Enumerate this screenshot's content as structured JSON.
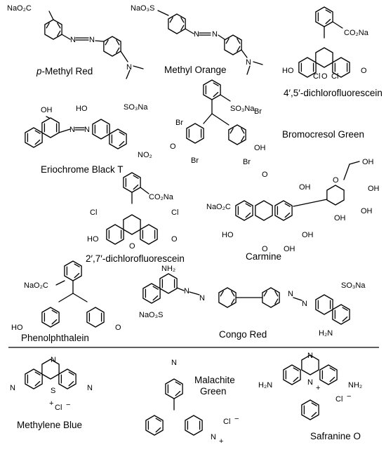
{
  "compounds": {
    "methyl_red": {
      "name_prefix": "p",
      "name_rest": "-Methyl Red",
      "label_1": "NaO₂C"
    },
    "methyl_orange": {
      "name": "Methyl Orange",
      "label_1": "NaO₃S"
    },
    "dcf45": {
      "name": "4′,5′-dichlorofluorescein",
      "label_1": "CO₂Na",
      "label_2": "HO",
      "label_3": "O",
      "label_4": "O",
      "label_5": "Cl",
      "label_6": "Cl"
    },
    "ebt": {
      "name": "Eriochrome Black T",
      "label_1": "OH",
      "label_2": "HO",
      "label_3": "SO₃Na",
      "label_4": "NO₂"
    },
    "bcg": {
      "name": "Bromocresol Green",
      "label_1": "SO₃Na",
      "label_2": "Br",
      "label_3": "Br",
      "label_4": "Br",
      "label_5": "Br",
      "label_6": "O",
      "label_7": "OH"
    },
    "dcf27": {
      "name": "2′,7′-dichlorofluorescein",
      "label_1": "CO₂Na",
      "label_2": "Cl",
      "label_3": "Cl",
      "label_4": "HO",
      "label_5": "O",
      "label_6": "O"
    },
    "carmine": {
      "name": "Carmine",
      "label_1": "NaO₂C",
      "label_2": "O",
      "label_3": "O",
      "label_4": "OH",
      "label_5": "OH",
      "label_6": "HO",
      "label_7": "OH",
      "label_8": "O",
      "label_9": "OH",
      "label_10": "OH",
      "label_11": "OH",
      "label_12": "OH"
    },
    "phenolphthalein": {
      "name": "Phenolphthalein",
      "label_1": "NaO₂C",
      "label_2": "HO",
      "label_3": "O"
    },
    "congo_red": {
      "name": "Congo Red",
      "label_1": "NH₂",
      "label_2": "NaO₃S",
      "label_3": "SO₃Na",
      "label_4": "H₂N"
    },
    "methylene_blue": {
      "name": "Methylene Blue",
      "label_1": "N",
      "label_2": "S",
      "label_3": "N",
      "label_4": "N",
      "label_5": "Cl",
      "label_6": "−",
      "label_7": "+"
    },
    "malachite_green": {
      "name_line_1": "Malachite",
      "name_line_2": "Green",
      "label_1": "N",
      "label_2": "N",
      "label_3": "+",
      "label_4": "Cl",
      "label_5": "−"
    },
    "safranine_o": {
      "name": "Safranine O",
      "label_1": "N",
      "label_2": "N",
      "label_3": "H₂N",
      "label_4": "NH₂",
      "label_5": "+",
      "label_6": "Cl",
      "label_7": "−"
    }
  }
}
